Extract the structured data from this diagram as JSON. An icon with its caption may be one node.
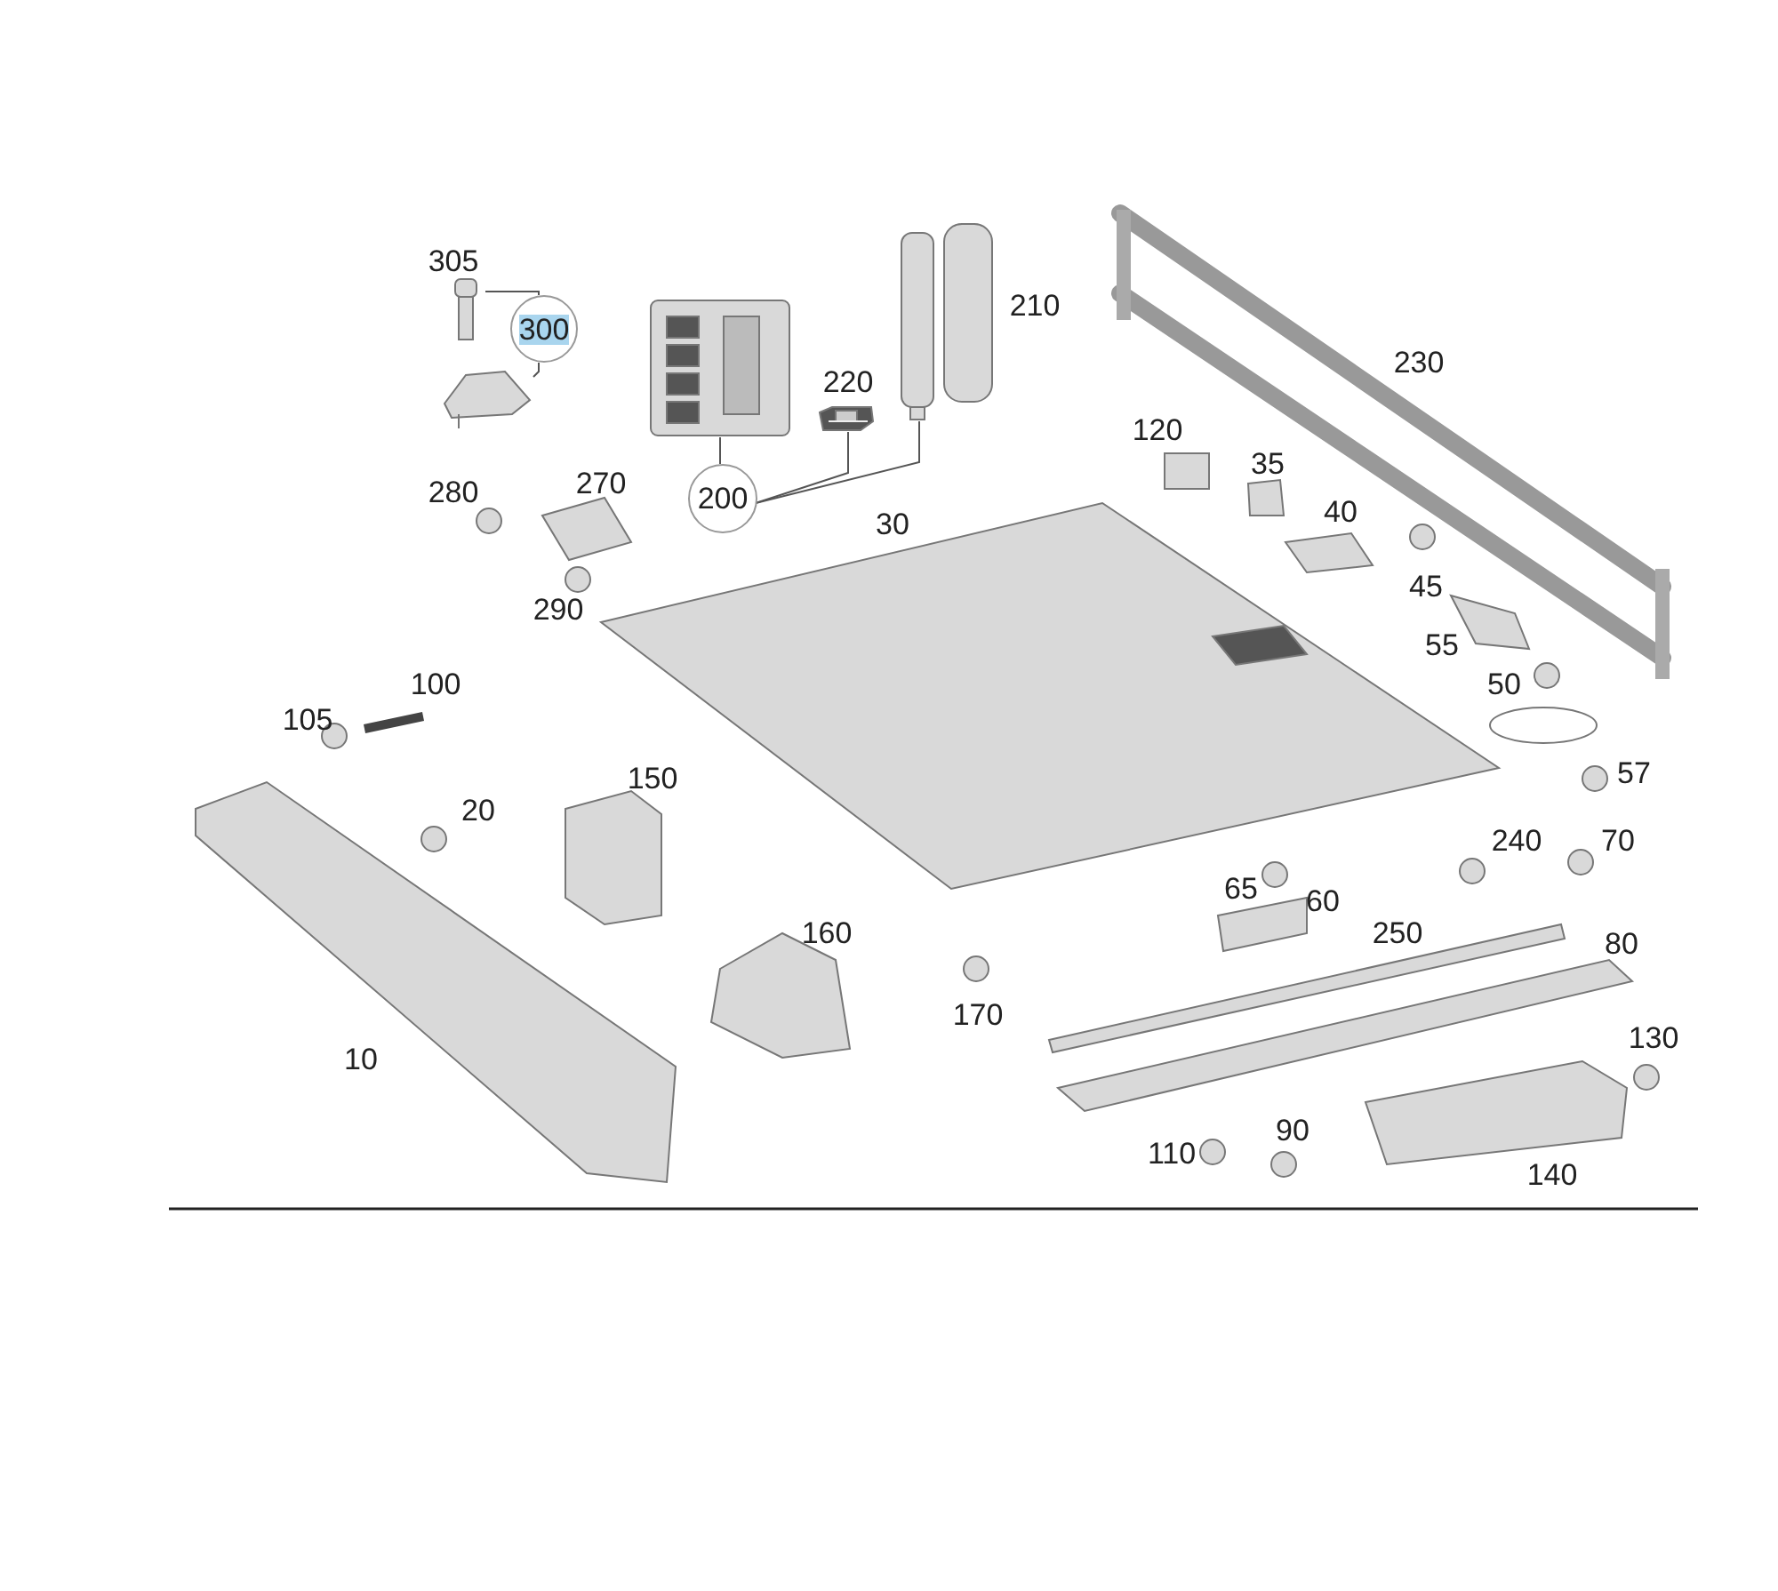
{
  "diagram": {
    "nodes": [
      {
        "text": [
          "300"
        ]
      },
      {
        "text": [],
        "shape": "picture",
        "beside": [
          "305"
        ]
      },
      {
        "text": [],
        "shape": "picture"
      },
      {
        "text": [
          "200"
        ]
      },
      {
        "text": [],
        "shape": "picture"
      },
      {
        "text": [],
        "shape": "picture",
        "beside": [
          "220"
        ]
      },
      {
        "text": [],
        "shape": "picture",
        "beside": [
          "210"
        ]
      }
    ],
    "edges": [
      {
        "from": 0,
        "to": 1,
        "arrow": "none"
      },
      {
        "from": 0,
        "to": 2,
        "arrow": "none"
      },
      {
        "from": 3,
        "to": 4,
        "arrow": "none"
      },
      {
        "from": 3,
        "to": 5,
        "arrow": "none"
      },
      {
        "from": 3,
        "to": 6,
        "arrow": "none"
      }
    ],
    "labels": [
      "230",
      "120",
      "280",
      "270",
      "35",
      "30",
      "40",
      "45",
      "290",
      "55",
      "100",
      "50",
      "105",
      "150",
      "57",
      "20",
      "240",
      "70",
      "65",
      "60",
      "160",
      "250",
      "80",
      "170",
      "130",
      "10",
      "110",
      "90",
      "140"
    ]
  }
}
